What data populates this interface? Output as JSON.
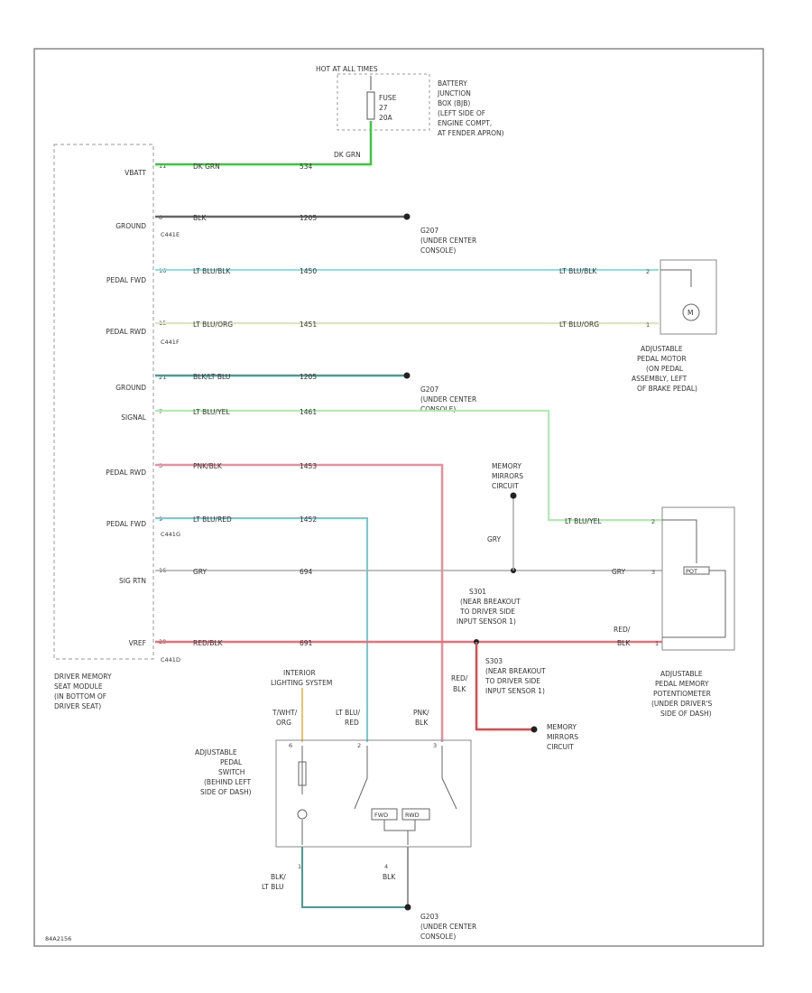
{
  "fuse_header": "HOT AT ALL TIMES",
  "fuse": {
    "line1": "FUSE",
    "line2": "27",
    "line3": "20A"
  },
  "bjb_label": [
    "BATTERY",
    "JUNCTION",
    "BOX (BJB)",
    "(LEFT SIDE OF",
    "ENGINE COMPT,",
    "AT FENDER APRON)"
  ],
  "module": {
    "label": [
      "DRIVER MEMORY",
      "SEAT MODULE",
      "(IN BOTTOM OF",
      "DRIVER SEAT)"
    ],
    "pins": [
      {
        "name": "VBATT",
        "pin": "11",
        "wire": "DK GRN",
        "circuit": "534",
        "connector": ""
      },
      {
        "name": "GROUND",
        "pin": "8",
        "wire": "BLK",
        "circuit": "1205",
        "connector": "C441E"
      },
      {
        "name": "PEDAL FWD",
        "pin": "16",
        "wire": "LT BLU/BLK",
        "circuit": "1450",
        "connector": ""
      },
      {
        "name": "PEDAL RWD",
        "pin": "15",
        "wire": "LT BLU/ORG",
        "circuit": "1451",
        "connector": "C441F"
      },
      {
        "name": "GROUND",
        "pin": "21",
        "wire": "BLK/LT BLU",
        "circuit": "1205",
        "connector": ""
      },
      {
        "name": "SIGNAL",
        "pin": "7",
        "wire": "LT BLU/YEL",
        "circuit": "1461",
        "connector": ""
      },
      {
        "name": "PEDAL RWD",
        "pin": "3",
        "wire": "PNK/BLK",
        "circuit": "1453",
        "connector": ""
      },
      {
        "name": "PEDAL FWD",
        "pin": "9",
        "wire": "LT BLU/RED",
        "circuit": "1452",
        "connector": "C441G"
      },
      {
        "name": "SIG RTN",
        "pin": "16",
        "wire": "GRY",
        "circuit": "694",
        "connector": ""
      },
      {
        "name": "VREF",
        "pin": "20",
        "wire": "RED/BLK",
        "circuit": "691",
        "connector": "C441D"
      }
    ]
  },
  "wire_label_fuse_out": "DK GRN",
  "ground_g207_a": [
    "G207",
    "(UNDER CENTER",
    "CONSOLE)"
  ],
  "ground_g207_b": [
    "G207",
    "(UNDER CENTER",
    "CONSOLE)"
  ],
  "ground_g203": [
    "G203",
    "(UNDER CENTER",
    "CONSOLE)"
  ],
  "motor": {
    "label": [
      "ADJUSTABLE",
      "PEDAL MOTOR",
      "(ON PEDAL",
      "ASSEMBLY, LEFT",
      "OF BRAKE PEDAL)"
    ],
    "pin_a": "2",
    "pin_b": "1",
    "wire_a": "LT BLU/BLK",
    "wire_b": "LT BLU/ORG",
    "symbol": "M"
  },
  "memory_mirrors_top": [
    "MEMORY",
    "MIRRORS",
    "CIRCUIT"
  ],
  "memory_mirrors_bottom": [
    "MEMORY",
    "MIRRORS",
    "CIRCUIT"
  ],
  "gry_vertical": "GRY",
  "splice_s301": [
    "S301",
    "(NEAR BREAKOUT",
    "TO DRIVER SIDE",
    "INPUT SENSOR 1)"
  ],
  "splice_s303": [
    "S303",
    "(NEAR BREAKOUT",
    "TO DRIVER SIDE",
    "INPUT SENSOR 1)"
  ],
  "red_blk_vertical": [
    "RED/",
    "BLK"
  ],
  "potentiometer": {
    "label": [
      "ADJUSTABLE",
      "PEDAL MEMORY",
      "POTENTIOMETER",
      "(UNDER DRIVER'S",
      "SIDE OF DASH)"
    ],
    "pin_signal": "2",
    "pin_rtn": "3",
    "pin_vref": "1",
    "wire_signal": "LT BLU/YEL",
    "wire_rtn": "GRY",
    "wire_vref_a": "RED/",
    "wire_vref_b": "BLK",
    "element": "POT"
  },
  "interior_lighting": [
    "INTERIOR",
    "LIGHTING SYSTEM"
  ],
  "switch": {
    "label": [
      "ADJUSTABLE",
      "PEDAL",
      "SWITCH",
      "(BEHIND LEFT",
      "SIDE OF DASH)"
    ],
    "top_pins": [
      "6",
      "2",
      "3"
    ],
    "top_wires": [
      [
        "T/WHT/",
        "ORG"
      ],
      [
        "LT BLU/",
        "RED"
      ],
      [
        "PNK/",
        "BLK"
      ]
    ],
    "bottom_pins": [
      "1",
      "4"
    ],
    "bottom_wires": [
      [
        "BLK/",
        "LT BLU"
      ],
      [
        "BLK"
      ]
    ],
    "fwd": "FWD",
    "rwd": "RWD"
  },
  "footer_code": "84A2156"
}
